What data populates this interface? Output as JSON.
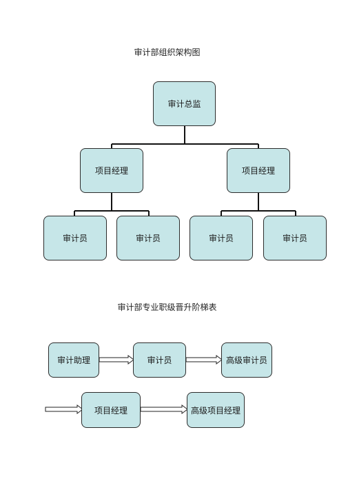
{
  "org_chart": {
    "title": "审计部组织架构图",
    "root": "审计总监",
    "managers": [
      {
        "label": "项目经理",
        "staff": [
          "审计员",
          "审计员"
        ]
      },
      {
        "label": "项目经理",
        "staff": [
          "审计员",
          "审计员"
        ]
      }
    ]
  },
  "career_ladder": {
    "title": "审计部专业职级晋升阶梯表",
    "row1": [
      "审计助理",
      "审计员",
      "高级审计员"
    ],
    "row2": [
      "项目经理",
      "高级项目经理"
    ]
  },
  "colors": {
    "box_fill": "#c6e6e8",
    "box_border": "#2b2b2b",
    "line": "#111111"
  }
}
